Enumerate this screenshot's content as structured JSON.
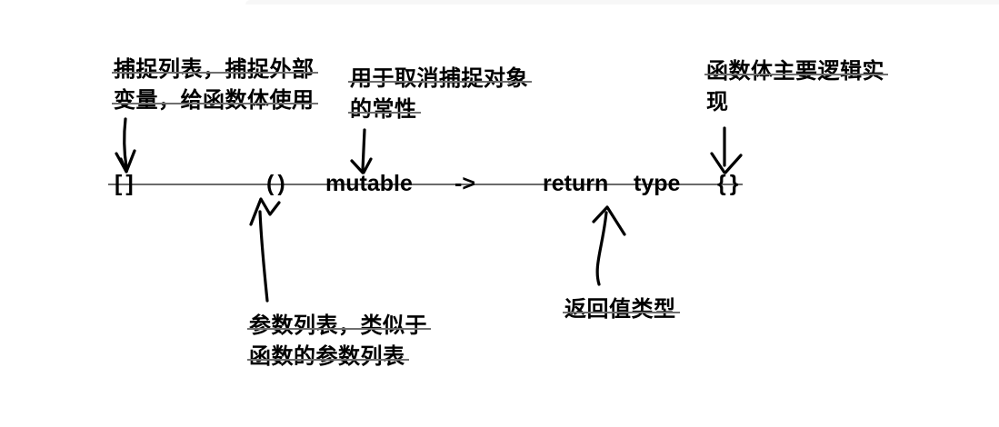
{
  "page": {
    "background_color": "#ffffff",
    "top_strip_color": "#f7f7f7",
    "ink_color": "#000000",
    "guide_line_color": "#6a6a6a"
  },
  "syntax": {
    "tokens": [
      {
        "id": "capture-list",
        "text": "[]"
      },
      {
        "id": "parameter-list",
        "text": "()"
      },
      {
        "id": "mutable-keyword",
        "text": "mutable"
      },
      {
        "id": "arrow-operator",
        "text": "->"
      },
      {
        "id": "return-word",
        "text": "return"
      },
      {
        "id": "type-word",
        "text": "type"
      },
      {
        "id": "function-body",
        "text": "{}"
      }
    ]
  },
  "annotations": {
    "capture_note": {
      "lines": [
        "捕捉列表，捕捉外部",
        "变量，给函数体使用"
      ]
    },
    "mutable_note": {
      "lines": [
        "用于取消捕捉对象",
        "的常性"
      ]
    },
    "body_note": {
      "lines": [
        "函数体主要逻辑实",
        "现"
      ]
    },
    "param_note": {
      "lines": [
        "参数列表，类似于",
        "函数的参数列表"
      ]
    },
    "return_note": {
      "lines": [
        "返回值类型"
      ]
    }
  }
}
